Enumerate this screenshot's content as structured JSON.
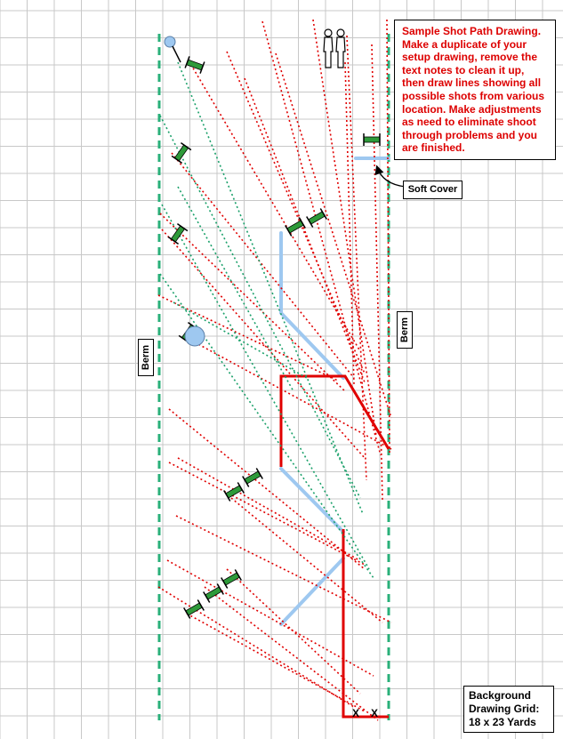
{
  "note": {
    "lines": [
      "Sample Shot Path Drawing.",
      "Make a duplicate of your",
      "setup drawing, remove the",
      "text notes to clean it up,",
      "then draw lines showing all",
      "possible shots from various",
      "location.  Make adjustments",
      "as need to eliminate shoot",
      "through problems and you",
      "are finished."
    ]
  },
  "soft_cover_label": "Soft Cover",
  "berm_left_label": "Berm",
  "berm_right_label": "Berm",
  "grid_info": {
    "line1": "Background",
    "line2": "Drawing Grid:",
    "line3": "18  x 23 Yards"
  },
  "start_marks": [
    "X",
    "X"
  ],
  "colors": {
    "grid": "#c8c8c8",
    "berm_line": "#2ab07a",
    "fault_line": "#e00000",
    "wall": "#9ec8f0",
    "shot_red": "#e00000",
    "shot_green": "#1aa06a",
    "target_body": "#2e9a3a",
    "note_text": "#dd0000"
  }
}
